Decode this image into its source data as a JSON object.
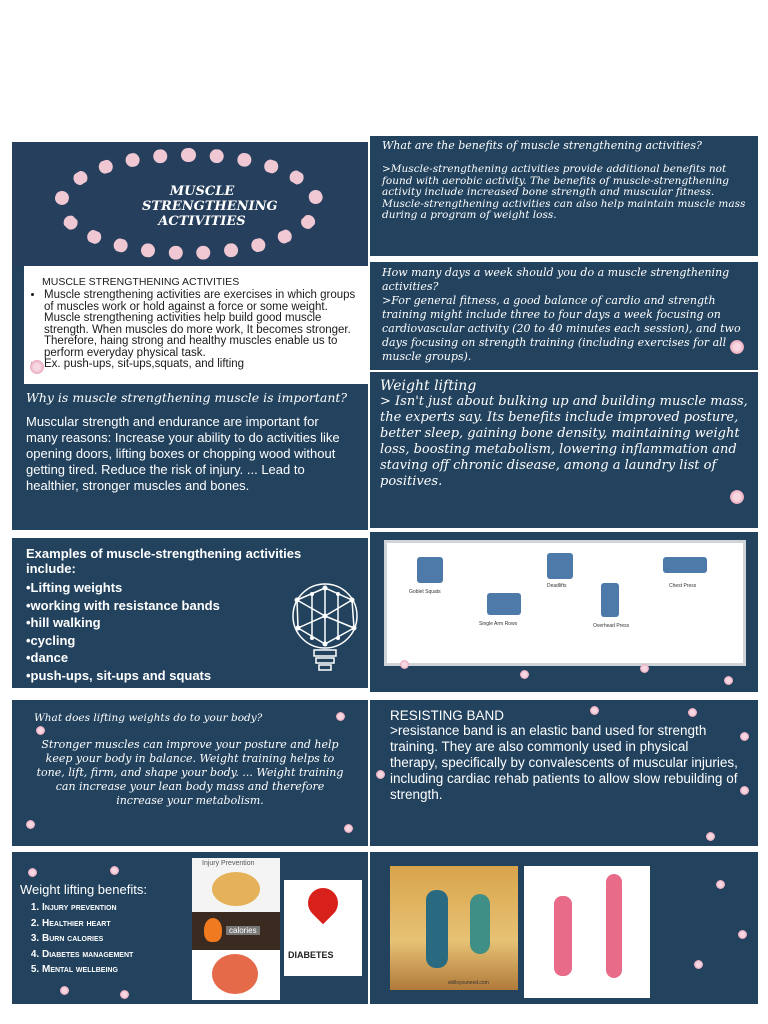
{
  "cover": {
    "title": "MUSCLE STRENGTHENING ACTIVITIES"
  },
  "benefits": {
    "question": "What are the benefits of muscle strengthening activities?",
    "answer": ">Muscle-strengthening activities provide additional benefits not found with aerobic activity. The benefits of muscle-strengthening activity include increased bone strength and muscular fitness. Muscle-strengthening activities can also help maintain muscle mass during a program of weight loss."
  },
  "definition": {
    "title": "MUSCLE STRENGTHENING ACTIVITIES",
    "bullets": [
      "Muscle strengthening activities are exercises in which groups of muscles work or hold against a force or some weight. Muscle strengthening activities help build good muscle strength. When muscles do more work, It becomes stronger. Therefore, haing strong and healthy muscles enable us to perform everyday physical task.",
      "Ex. push-ups, sit-ups,squats, and lifting"
    ]
  },
  "days": {
    "question": "How many days a week should you do a muscle strengthening activities?",
    "answer": ">For general fitness, a good balance of cardio and strength training might include three to four days a week focusing on cardiovascular activity (20 to 40 minutes each session), and two days focusing on strength training (including exercises for all muscle groups)."
  },
  "why": {
    "question": "Why is muscle strengthening muscle is important?",
    "answer": "Muscular strength and endurance are important for many reasons: Increase your ability to do activities like opening doors, lifting boxes or chopping wood without getting tired. Reduce the risk of injury. ... Lead to healthier, stronger muscles and bones."
  },
  "weightlifting": {
    "title": "Weight lifting",
    "body": "> Isn't just about bulking up and building muscle mass, the experts say. Its benefits include improved posture, better sleep, gaining bone density, maintaining weight loss, boosting metabolism, lowering inflammation and staving off chronic disease, among a laundry list of positives."
  },
  "examples": {
    "heading": "Examples of muscle-strengthening activities include:",
    "items": [
      "•Lifting weights",
      "•working with resistance bands",
      "•hill walking",
      "•cycling",
      "•dance",
      "•push-ups, sit-ups and squats"
    ]
  },
  "exercise_chart": {
    "labels": [
      "Goblet Squats",
      "Deadlifts",
      "Chest Press",
      "Single Arm Rows",
      "Overhead Press"
    ]
  },
  "lifting_body": {
    "question": "What does lifting weights do to your body?",
    "answer": "Stronger muscles can improve your posture and help keep your body in balance. Weight training helps to tone, lift, firm, and shape your body. ... Weight training can increase your lean body mass and therefore increase your metabolism."
  },
  "band": {
    "title": "RESISTING BAND",
    "body": ">resistance band is an elastic band used for strength training. They are also commonly used in physical therapy, specifically by convalescents of muscular injuries, including cardiac rehab patients to allow slow rebuilding of strength."
  },
  "lift_benefits": {
    "heading": "Weight lifting benefits:",
    "items": [
      "Injury prevention",
      "Healthier heart",
      "Burn calories",
      "Diabetes management",
      "Mental wellbeing"
    ],
    "collage_title": "Injury Prevention",
    "collage_calories": "calories",
    "collage_diabetes": "DIABETES"
  },
  "photo_caption": "skillsyouneed.com",
  "colors": {
    "panel": "#22425e",
    "blossom": "#f2c6d3",
    "accent": "#ffffff"
  }
}
